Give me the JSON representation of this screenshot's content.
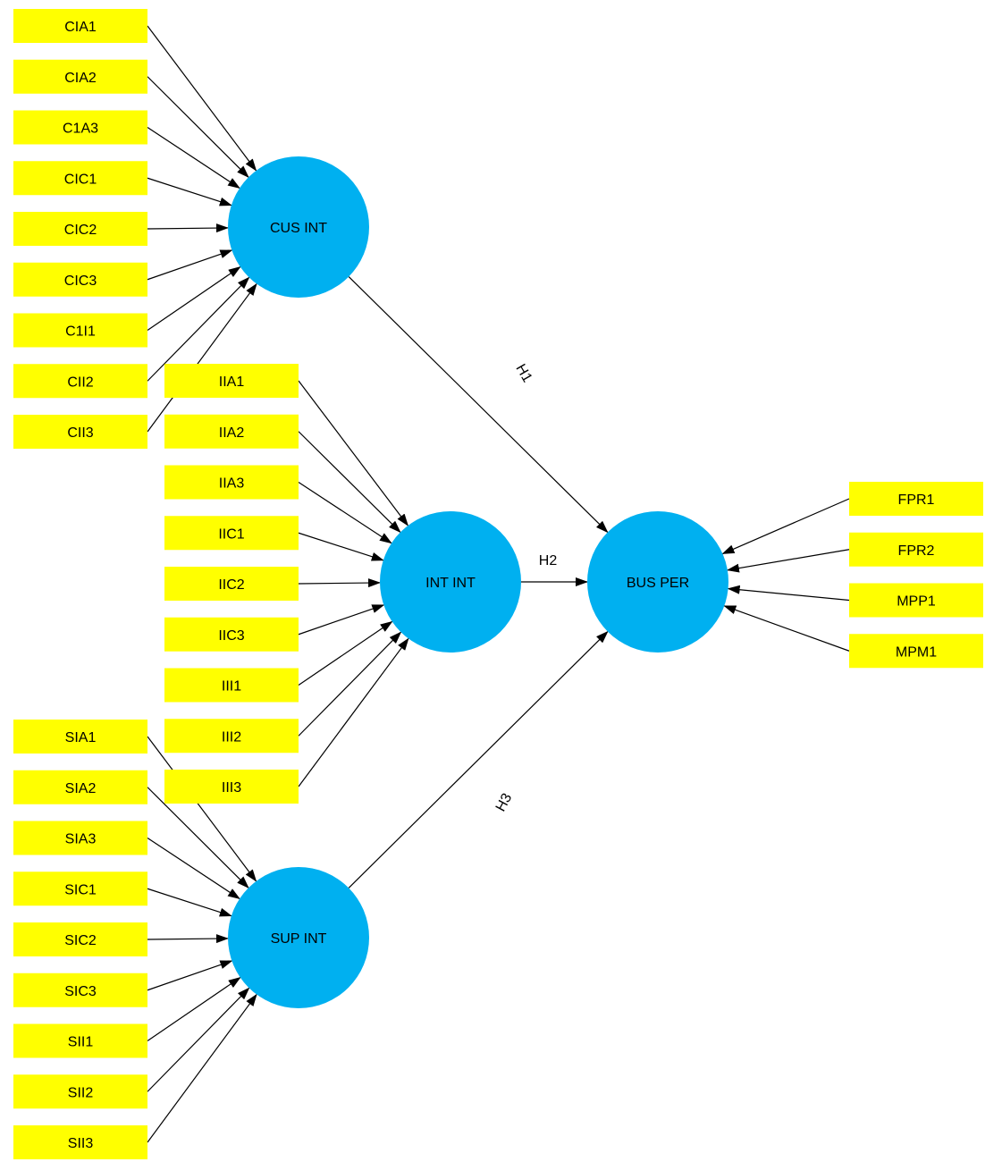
{
  "constructs": {
    "cus": "CUS INT",
    "int": "INT INT",
    "sup": "SUP INT",
    "bus": "BUS PER"
  },
  "indicators": {
    "cus": [
      "CIA1",
      "CIA2",
      "C1A3",
      "CIC1",
      "CIC2",
      "CIC3",
      "C1I1",
      "CII2",
      "CII3"
    ],
    "int": [
      "IIA1",
      "IIA2",
      "IIA3",
      "IIC1",
      "IIC2",
      "IIC3",
      "III1",
      "III2",
      "III3"
    ],
    "sup": [
      "SIA1",
      "SIA2",
      "SIA3",
      "SIC1",
      "SIC2",
      "SIC3",
      "SII1",
      "SII2",
      "SII3"
    ],
    "bus": [
      "FPR1",
      "FPR2",
      "MPP1",
      "MPM1"
    ]
  },
  "paths": {
    "h1": "H1",
    "h2": "H2",
    "h3": "H3"
  },
  "colors": {
    "indicator": "#ffff00",
    "construct": "#00b0f0",
    "line": "#000000"
  }
}
